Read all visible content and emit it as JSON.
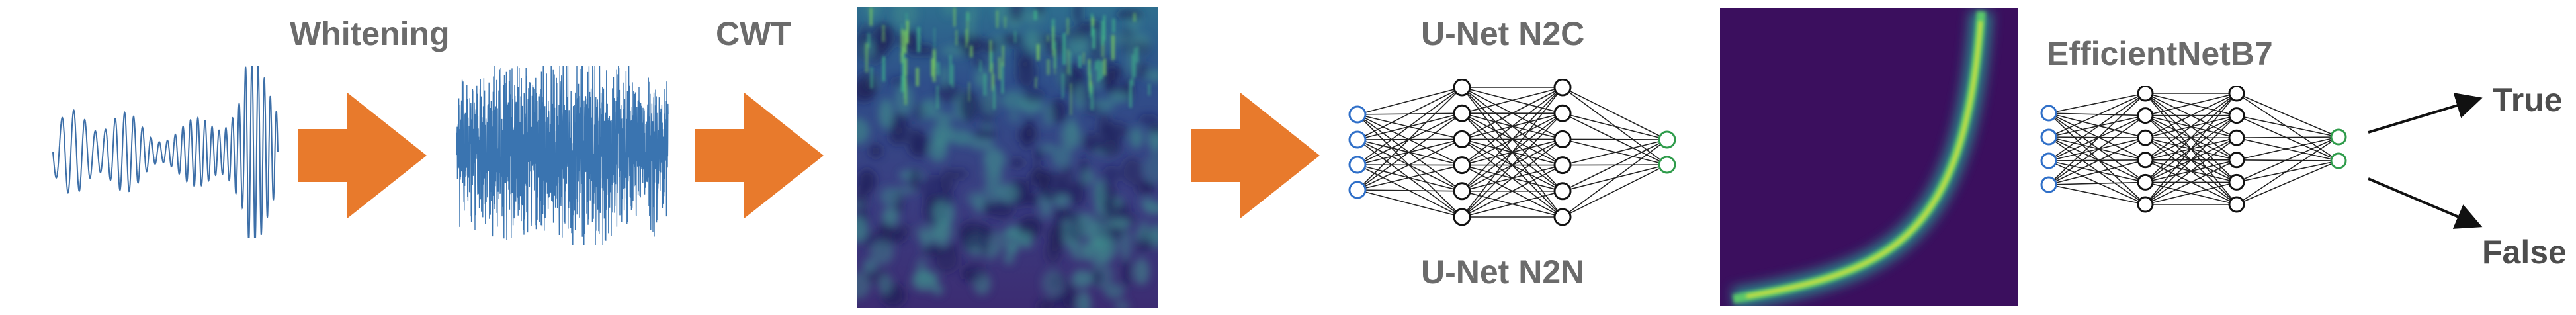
{
  "labels": {
    "whitening": "Whitening",
    "cwt": "CWT",
    "unet_n2c": "U-Net N2C",
    "unet_n2n": "U-Net N2N",
    "efficientnet": "EfficientNetB7",
    "output_true": "True",
    "output_false": "False"
  },
  "colors": {
    "arrow": "#E87A2C",
    "waveform": "#3D6FA8",
    "noise": "#3A74B0",
    "input_node": "#2F6FC8",
    "output_node": "#2E9B4A",
    "text": "#6B6B6B",
    "colormap_bg": "#3B0F5E"
  },
  "networks": {
    "unet": {
      "layers": [
        4,
        6,
        6,
        2
      ]
    },
    "efficientnet": {
      "layers": [
        4,
        6,
        6,
        2
      ]
    }
  }
}
